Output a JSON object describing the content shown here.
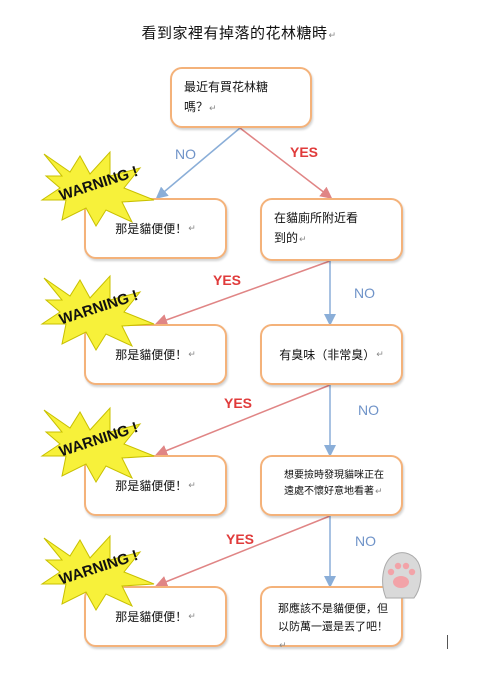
{
  "title": "看到家裡有掉落的花林糖時",
  "nodes": {
    "start_line1": "最近有買花林糖",
    "start_line2": "嗎？",
    "result1": "那是貓便便！",
    "q2_line1": "在貓廁所附近看",
    "q2_line2": "到的",
    "result2": "那是貓便便！",
    "q3": "有臭味（非常臭）",
    "result3": "那是貓便便！",
    "q4_line1": "想要撿時發現貓咪正在",
    "q4_line2": "遠處不懷好意地看著",
    "result4": "那是貓便便！",
    "final_line1": "那應該不是貓便便，但",
    "final_line2": "以防萬一還是丟了吧！"
  },
  "labels": {
    "yes": "YES",
    "no": "NO"
  },
  "warning_text": "WARNING !",
  "colors": {
    "box_border": "#f4b27a",
    "yes_line": "#e08585",
    "no_line": "#8aaed8",
    "yes_text": "#e03b3b",
    "no_text": "#6f93c8",
    "warning_fill": "#f7f13a"
  },
  "icons": {
    "warning": "warning-burst-icon",
    "paw": "cat-paw-icon"
  }
}
